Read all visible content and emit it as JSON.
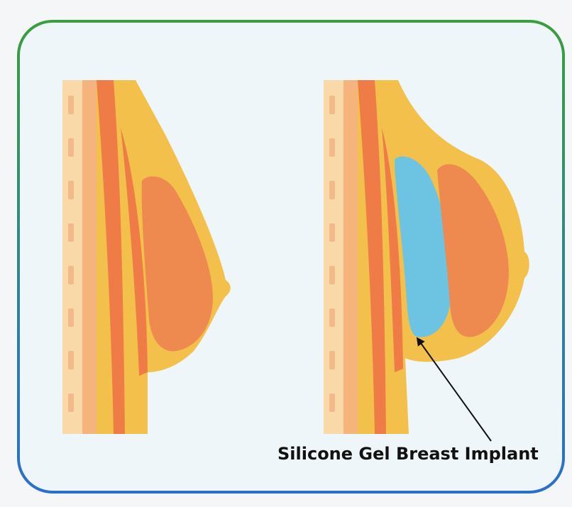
{
  "annotation": {
    "label": "Silicone Gel Breast Implant"
  },
  "colors": {
    "frame_gradient_top": "#3a9e3f",
    "frame_gradient_bottom": "#2a6fd0",
    "panel_fill": "#eef6f9",
    "skin_light": "#f9d9a8",
    "skin_mid": "#f4b47c",
    "muscle": "#ef7c47",
    "fat": "#f3c04c",
    "gland": "#ee8a4f",
    "implant": "#6cc4e2",
    "vertebra_marks": "#f2b98b",
    "arrow": "#111111"
  },
  "figures": [
    {
      "id": "before",
      "has_implant": false
    },
    {
      "id": "after",
      "has_implant": true
    }
  ]
}
